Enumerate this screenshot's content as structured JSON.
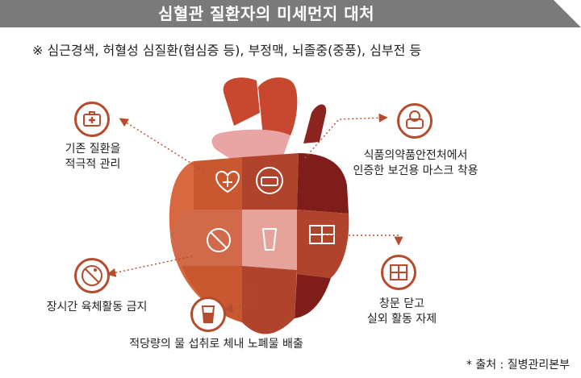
{
  "header": {
    "title": "심혈관 질환자의 미세먼지 대처"
  },
  "subtitle": "※ 심근경색, 허혈성 심질환(협심증 등), 부정맥, 뇌졸중(중풍), 심부전 등",
  "tips": [
    {
      "icon": "first-aid-icon",
      "lines": [
        "기존 질환을",
        "적극적 관리"
      ]
    },
    {
      "icon": "mask-icon",
      "lines": [
        "식품의약품안전처에서",
        "인증한 보건용 마스크 착용"
      ]
    },
    {
      "icon": "window-icon",
      "lines": [
        "창문 닫고",
        "실외 활동 자제"
      ]
    },
    {
      "icon": "no-exercise-icon",
      "lines": [
        "장시간 육체활동 금지"
      ]
    },
    {
      "icon": "water-glass-icon",
      "lines": [
        "적당량의 물 섭취로 체내 노폐물 배출"
      ]
    }
  ],
  "source": "* 출처 : 질병관리본부",
  "colors": {
    "header_bg": "#7a7a7a",
    "accent": "#b54c2d",
    "dark_red": "#7e1d1a",
    "orange": "#d8683f"
  }
}
